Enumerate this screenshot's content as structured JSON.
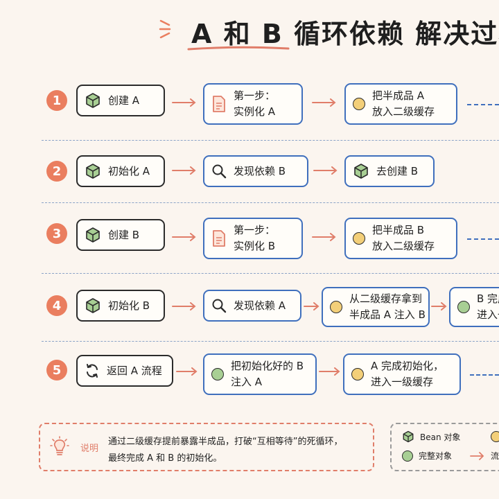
{
  "title": "A 和 B 循环依赖 解决过程",
  "steps": [
    {
      "num": "1",
      "b1": "创建 A",
      "b2": [
        "第一步：",
        "实例化 A"
      ],
      "b3": [
        "把半成品 A",
        "放入二级缓存"
      ]
    },
    {
      "num": "2",
      "b1": "初始化 A",
      "b2": [
        "发现依赖 B"
      ],
      "b3": [
        "去创建 B"
      ]
    },
    {
      "num": "3",
      "b1": "创建 B",
      "b2": [
        "第一步：",
        "实例化 B"
      ],
      "b3": [
        "把半成品 B",
        "放入二级缓存"
      ]
    },
    {
      "num": "4",
      "b1": "初始化 B",
      "b2": [
        "发现依赖 A"
      ],
      "b3": [
        "从二级缓存拿到",
        "半成品 A 注入 B"
      ],
      "b4": [
        "B 完成",
        "进入一"
      ]
    },
    {
      "num": "5",
      "b1": "返回 A 流程",
      "b2": [
        "把初始化好的 B",
        "注入 A"
      ],
      "b3": [
        "A 完成初始化，",
        "进入一级缓存"
      ]
    }
  ],
  "note": {
    "label": "说明",
    "lines": [
      "通过二级缓存提前暴露半成品，打破“互相等待”的死循环，",
      "最终完成 A 和 B 的初始化。"
    ]
  },
  "legend": {
    "bean": "Bean 对象",
    "complete": "完整对象",
    "flow": "流程"
  },
  "colors": {
    "accent": "#ea7e5f",
    "blue": "#3f6fbd",
    "yellow": "#f3cf79",
    "green": "#a8cf94"
  }
}
